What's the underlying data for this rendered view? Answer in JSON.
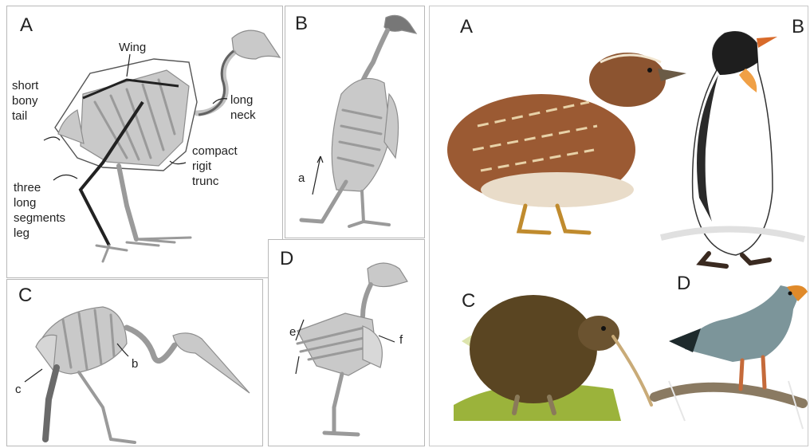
{
  "panels": {
    "skeleton_a": {
      "label": "A",
      "annotations": {
        "wing": "Wing",
        "tail": "short\nbony\ntail",
        "neck": "long\nneck",
        "trunk": "compact\nrigit\ntrunc",
        "leg": "three\nlong\nsegments\nleg"
      }
    },
    "skeleton_b": {
      "label": "B",
      "annotations": {
        "a": "a"
      }
    },
    "skeleton_c": {
      "label": "C",
      "annotations": {
        "b": "b",
        "c": "c"
      }
    },
    "skeleton_d": {
      "label": "D",
      "annotations": {
        "e": "e",
        "f": "f"
      }
    },
    "illustrations": {
      "labels": {
        "a": "A",
        "b": "B",
        "c": "C",
        "d": "D"
      },
      "birds": {
        "a": "quail",
        "b": "penguin",
        "c": "kiwi",
        "d": "eagle"
      }
    }
  },
  "colors": {
    "border": "#b8b8b8",
    "bone": "#c9c9c9",
    "quail": "#9b5a33",
    "penguin_black": "#1e1e1e",
    "kiwi": "#5a4522",
    "eagle": "#7c959a",
    "grass": "#9bb33b"
  }
}
